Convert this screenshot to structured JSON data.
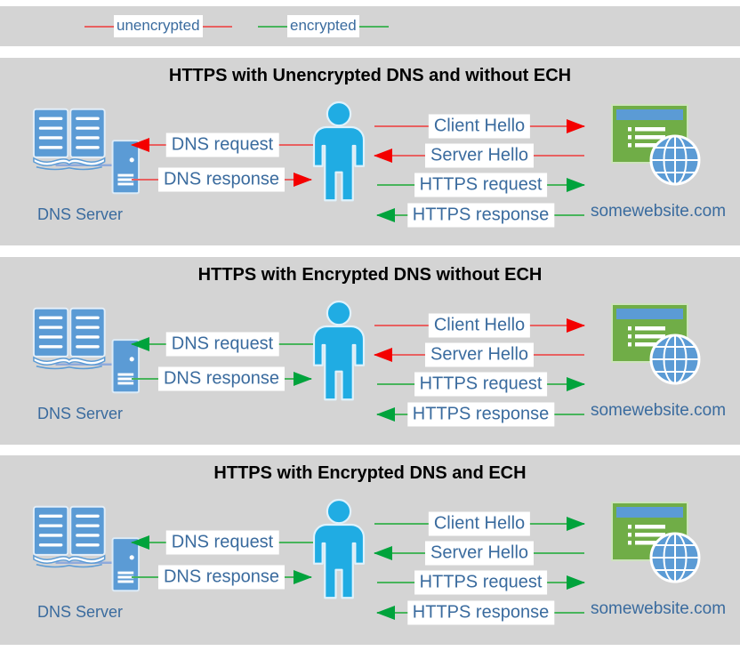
{
  "legend": {
    "items": [
      {
        "label": "unencrypted",
        "color": "red"
      },
      {
        "label": "encrypted",
        "color": "green"
      }
    ]
  },
  "colors": {
    "unencrypted_red_head": "#f40000",
    "unencrypted_red_line": "#e86060",
    "encrypted_green_head": "#00a33c",
    "encrypted_green_line": "#47b45b",
    "label_text_blue": "#3a6b9e",
    "panel_background_gray": "#d4d4d4",
    "icon_blue": "#5b9bd5",
    "person_blue": "#20ace3",
    "website_green": "#70ad47"
  },
  "panels": [
    {
      "title": "HTTPS with Unencrypted DNS and without ECH",
      "dns_server_label": "DNS Server",
      "website_label": "somewebsite.com",
      "rows": {
        "dns_request": {
          "label": "DNS request",
          "color": "red",
          "direction": "left"
        },
        "dns_response": {
          "label": "DNS response",
          "color": "red",
          "direction": "right"
        },
        "client_hello": {
          "label": "Client Hello",
          "color": "red",
          "direction": "right"
        },
        "server_hello": {
          "label": "Server Hello",
          "color": "red",
          "direction": "left"
        },
        "https_request": {
          "label": "HTTPS request",
          "color": "green",
          "direction": "right"
        },
        "https_response": {
          "label": "HTTPS response",
          "color": "green",
          "direction": "left"
        }
      }
    },
    {
      "title": "HTTPS with Encrypted DNS without ECH",
      "dns_server_label": "DNS Server",
      "website_label": "somewebsite.com",
      "rows": {
        "dns_request": {
          "label": "DNS request",
          "color": "green",
          "direction": "left"
        },
        "dns_response": {
          "label": "DNS response",
          "color": "green",
          "direction": "right"
        },
        "client_hello": {
          "label": "Client Hello",
          "color": "red",
          "direction": "right"
        },
        "server_hello": {
          "label": "Server Hello",
          "color": "red",
          "direction": "left"
        },
        "https_request": {
          "label": "HTTPS request",
          "color": "green",
          "direction": "right"
        },
        "https_response": {
          "label": "HTTPS response",
          "color": "green",
          "direction": "left"
        }
      }
    },
    {
      "title": "HTTPS with Encrypted DNS and ECH",
      "dns_server_label": "DNS Server",
      "website_label": "somewebsite.com",
      "rows": {
        "dns_request": {
          "label": "DNS request",
          "color": "green",
          "direction": "left"
        },
        "dns_response": {
          "label": "DNS response",
          "color": "green",
          "direction": "right"
        },
        "client_hello": {
          "label": "Client Hello",
          "color": "green",
          "direction": "right"
        },
        "server_hello": {
          "label": "Server Hello",
          "color": "green",
          "direction": "left"
        },
        "https_request": {
          "label": "HTTPS request",
          "color": "green",
          "direction": "right"
        },
        "https_response": {
          "label": "HTTPS response",
          "color": "green",
          "direction": "left"
        }
      }
    }
  ]
}
